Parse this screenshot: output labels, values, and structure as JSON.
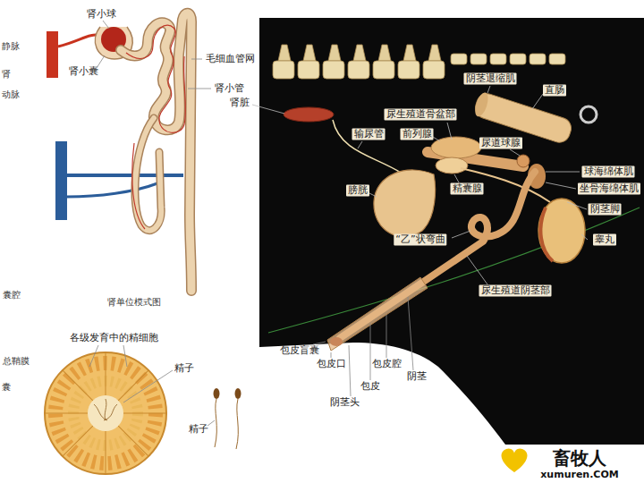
{
  "diagram": {
    "labels": [
      "静脉",
      "肾",
      "动脉",
      "肾小球",
      "肾小囊",
      "毛细血管网",
      "肾小管",
      "肾单位模式图",
      "囊腔",
      "总鞘膜",
      "囊",
      "各级发育中的精细胞",
      "精子",
      "精子",
      "阴茎退缩肌",
      "直肠",
      "肾脏",
      "尿生殖道骨盆部",
      "输尿管",
      "前列腺",
      "尿道球腺",
      "球海绵体肌",
      "坐骨海绵体肌",
      "阴茎脚",
      "膀胱",
      "精囊腺",
      "睾丸",
      "“乙”状弯曲",
      "尿生殖道阴茎部",
      "包皮盲囊",
      "包皮口",
      "阴茎头",
      "包皮",
      "包皮腔",
      "阴茎",
      "畜牧人",
      "xumuren.COM"
    ]
  }
}
